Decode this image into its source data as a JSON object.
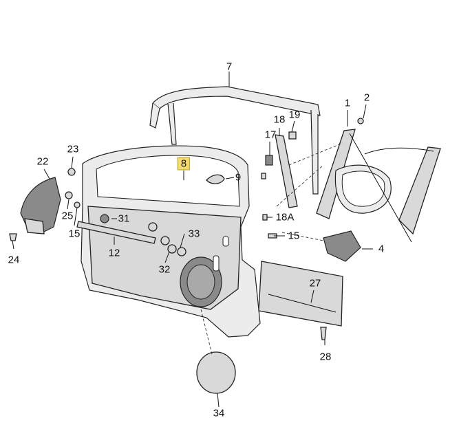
{
  "callouts": [
    {
      "id": "c1",
      "text": "1"
    },
    {
      "id": "c2",
      "text": "2"
    },
    {
      "id": "c4",
      "text": "4"
    },
    {
      "id": "c7",
      "text": "7"
    },
    {
      "id": "c8",
      "text": "8",
      "highlight": true
    },
    {
      "id": "c9",
      "text": "9"
    },
    {
      "id": "c12",
      "text": "12"
    },
    {
      "id": "c15a",
      "text": "15"
    },
    {
      "id": "c15b",
      "text": "15"
    },
    {
      "id": "c17",
      "text": "17"
    },
    {
      "id": "c18",
      "text": "18"
    },
    {
      "id": "c18a",
      "text": "18A"
    },
    {
      "id": "c19",
      "text": "19"
    },
    {
      "id": "c22",
      "text": "22"
    },
    {
      "id": "c23",
      "text": "23"
    },
    {
      "id": "c24",
      "text": "24"
    },
    {
      "id": "c25",
      "text": "25"
    },
    {
      "id": "c27",
      "text": "27"
    },
    {
      "id": "c28",
      "text": "28"
    },
    {
      "id": "c31",
      "text": "31"
    },
    {
      "id": "c32",
      "text": "32"
    },
    {
      "id": "c33",
      "text": "33"
    },
    {
      "id": "c34",
      "text": "34"
    }
  ],
  "colors": {
    "highlight": "#f6dc6e",
    "part_fill": "#d9d9d9",
    "line": "#111111"
  }
}
